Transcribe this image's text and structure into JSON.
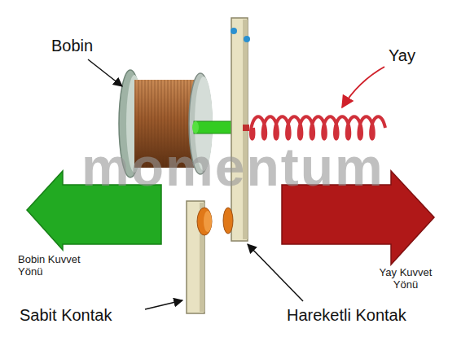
{
  "diagram": {
    "nodes": [
      {
        "text": [
          "Bobin Kuvvet Yönü"
        ]
      },
      {
        "text": [
          "Yay Kuvvet Yönü"
        ]
      }
    ],
    "labels": [
      "Bobin",
      "Yay",
      "Sabit Kontak",
      "Hareketli Kontak",
      "momentum"
    ]
  }
}
